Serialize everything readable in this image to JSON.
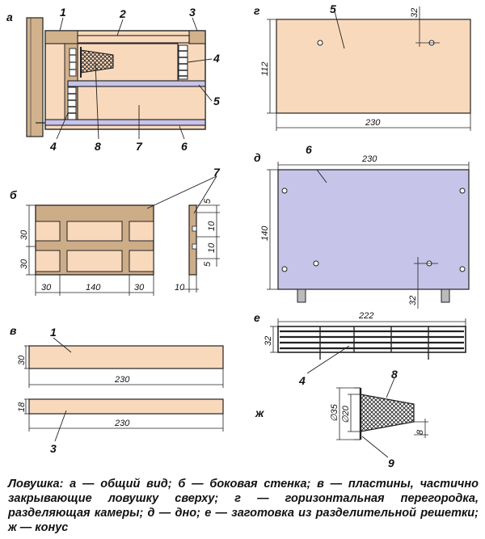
{
  "colors": {
    "wood": "#f9d9bc",
    "wood_dark": "#d2b28c",
    "wood_side": "#cdac88",
    "plate": "#c6c4e8",
    "outline": "#222222",
    "grate": "#222222"
  },
  "views": {
    "a": "а",
    "b": "б",
    "v": "в",
    "g": "г",
    "d": "д",
    "e": "е",
    "zh": "ж"
  },
  "parts": {
    "p1": "1",
    "p2": "2",
    "p3": "3",
    "p4": "4",
    "p5": "5",
    "p6": "6",
    "p7": "7",
    "p8": "8",
    "p9": "9"
  },
  "dims": {
    "d30": "30",
    "d140": "140",
    "d5": "5",
    "d10": "10",
    "d18": "18",
    "d230": "230",
    "d112": "112",
    "d32": "32",
    "d222": "222",
    "d35": "∅35",
    "d20": "∅20",
    "d8": "8"
  },
  "caption": "Ловушка: а — общий вид; б — боковая стенка; в — пластины, частично закрывающие ловушку сверху; г — горизонтальная перегородка, разделяющая камеры; д — дно; е — заготовка из разделительной решетки; ж — конус"
}
